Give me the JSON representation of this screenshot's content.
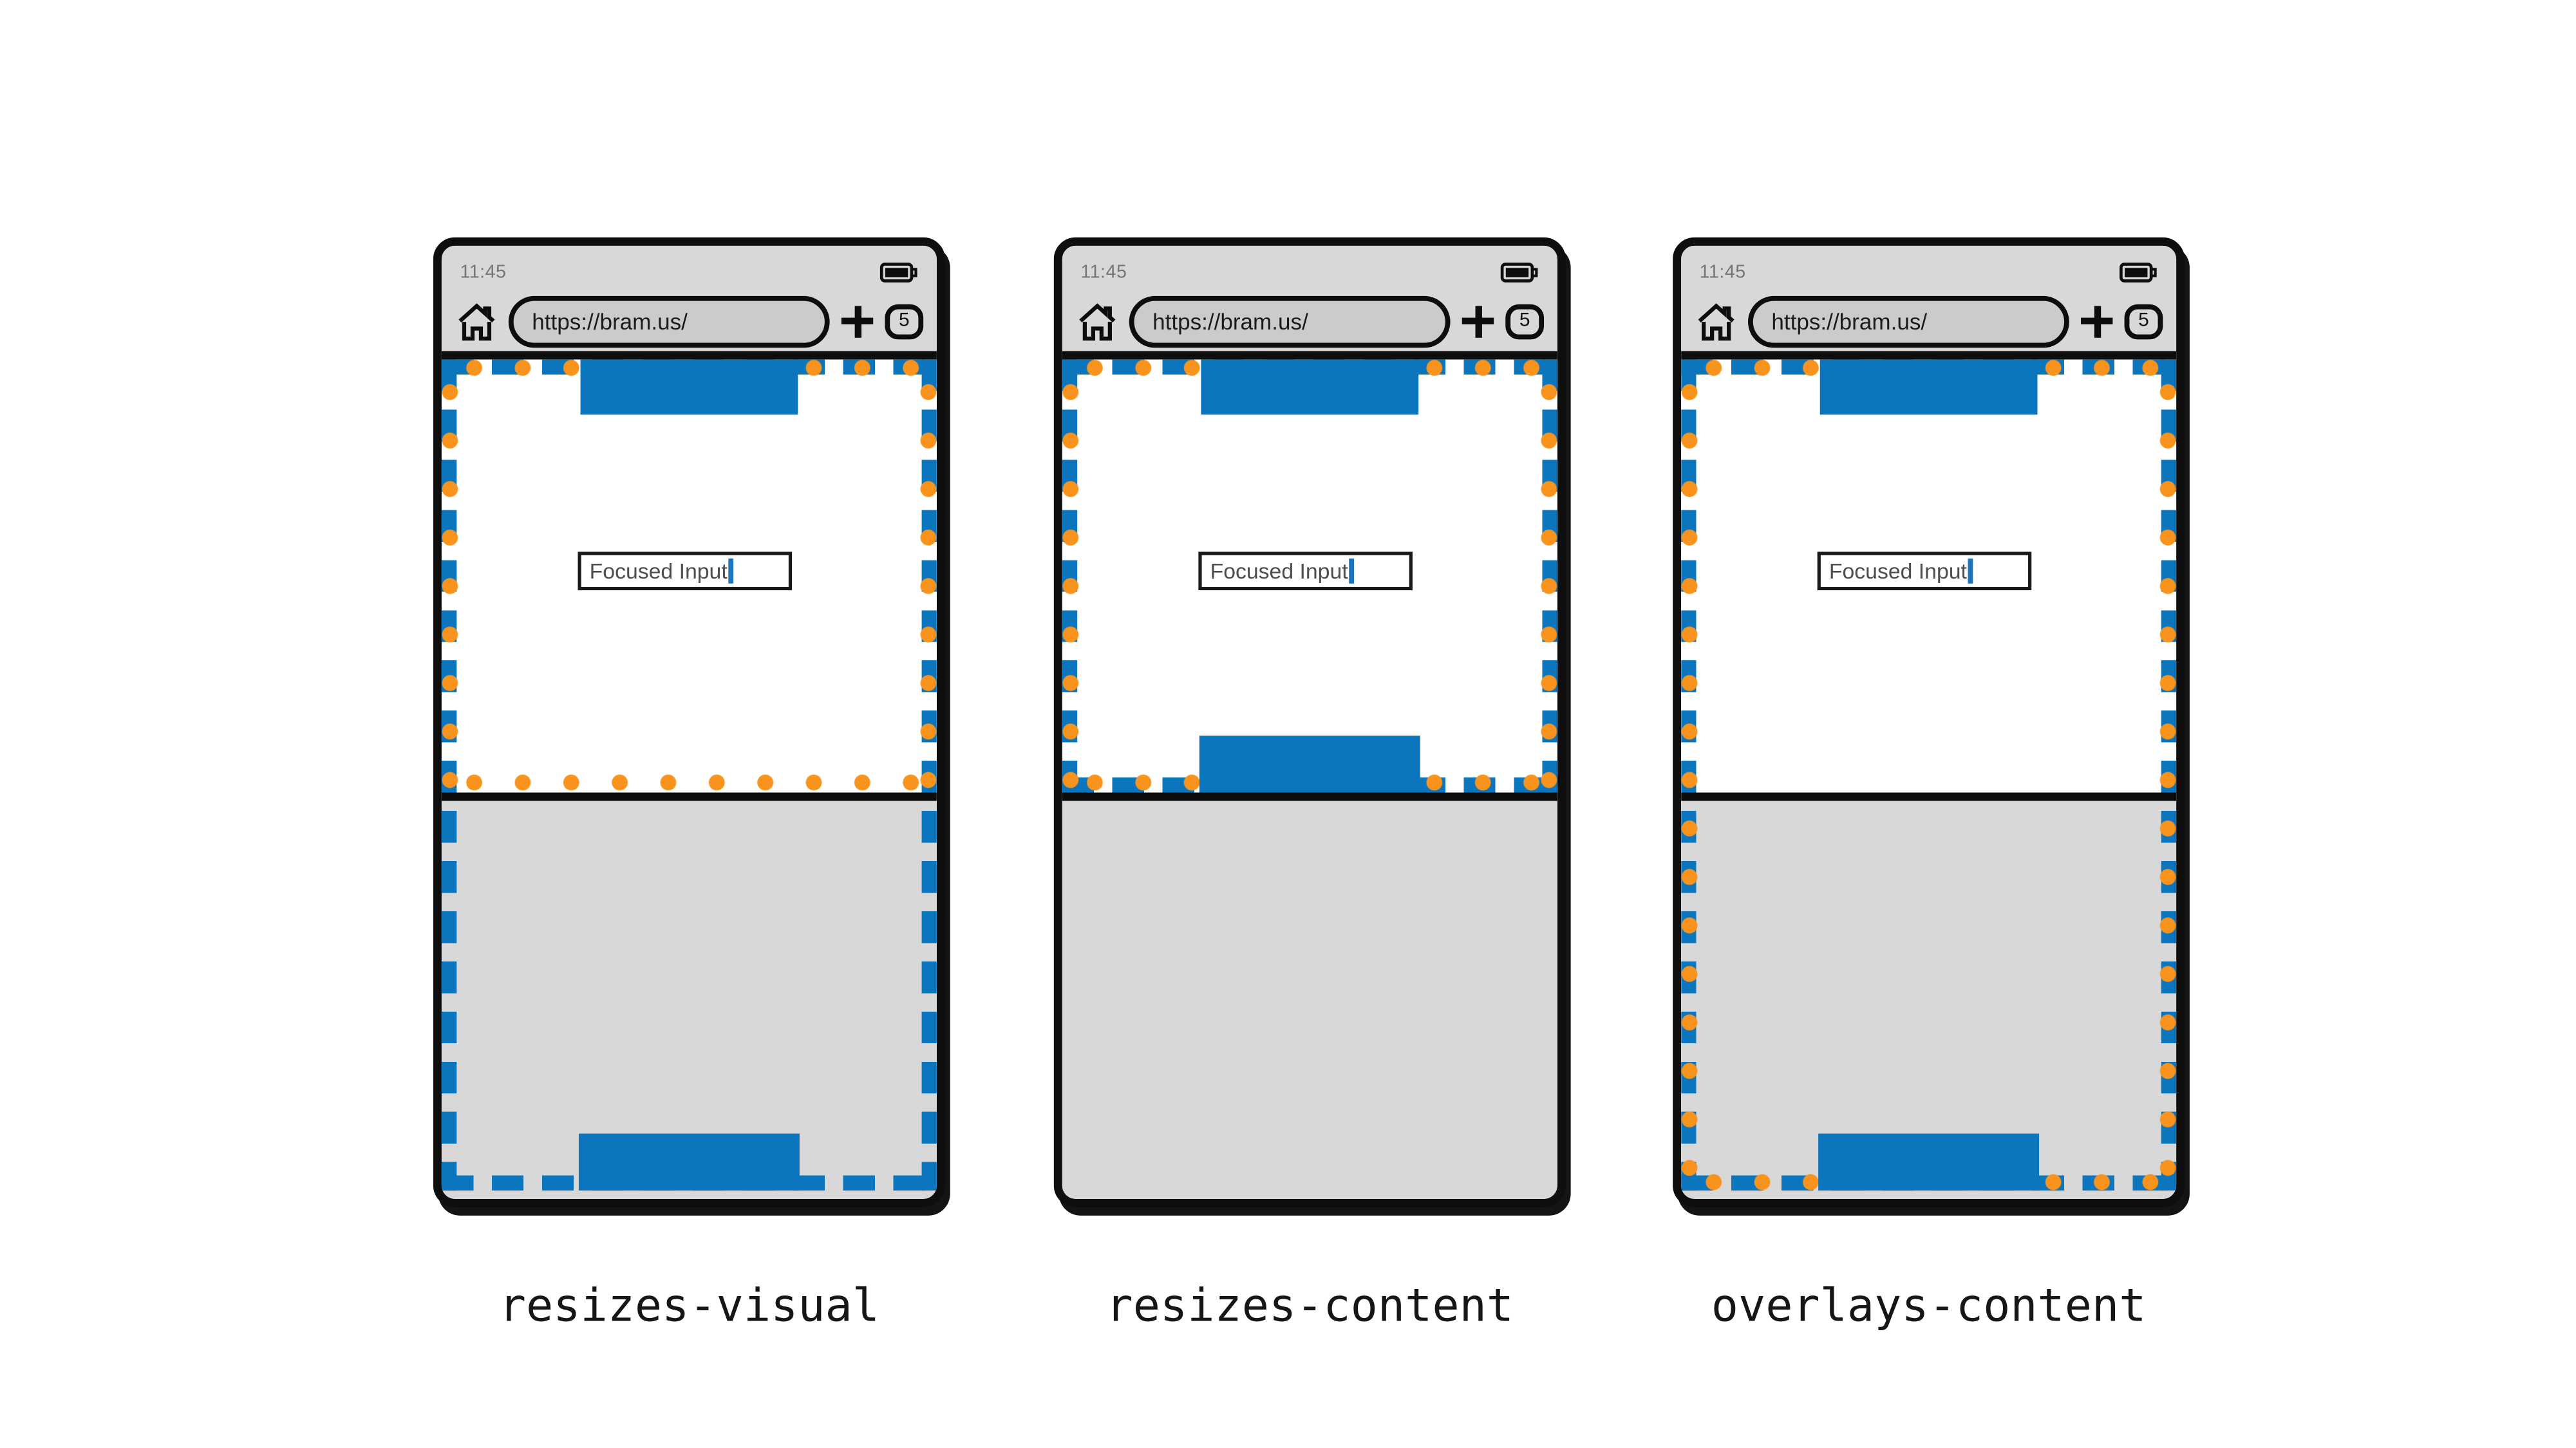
{
  "colors": {
    "layout_viewport_blue": "#0b76bd",
    "visual_viewport_orange": "#f8941d",
    "browser_chrome_gray": "#d8d8d8",
    "keyboard_gray": "#d8d8d8",
    "caret_blue": "#1a75bc"
  },
  "phones": [
    {
      "label": "resizes-visual",
      "status_time": "11:45",
      "url": "https://bram.us/",
      "tab_count": "5",
      "input_value": "Focused Input"
    },
    {
      "label": "resizes-content",
      "status_time": "11:45",
      "url": "https://bram.us/",
      "tab_count": "5",
      "input_value": "Focused Input"
    },
    {
      "label": "overlays-content",
      "status_time": "11:45",
      "url": "https://bram.us/",
      "tab_count": "5",
      "input_value": "Focused Input"
    }
  ]
}
